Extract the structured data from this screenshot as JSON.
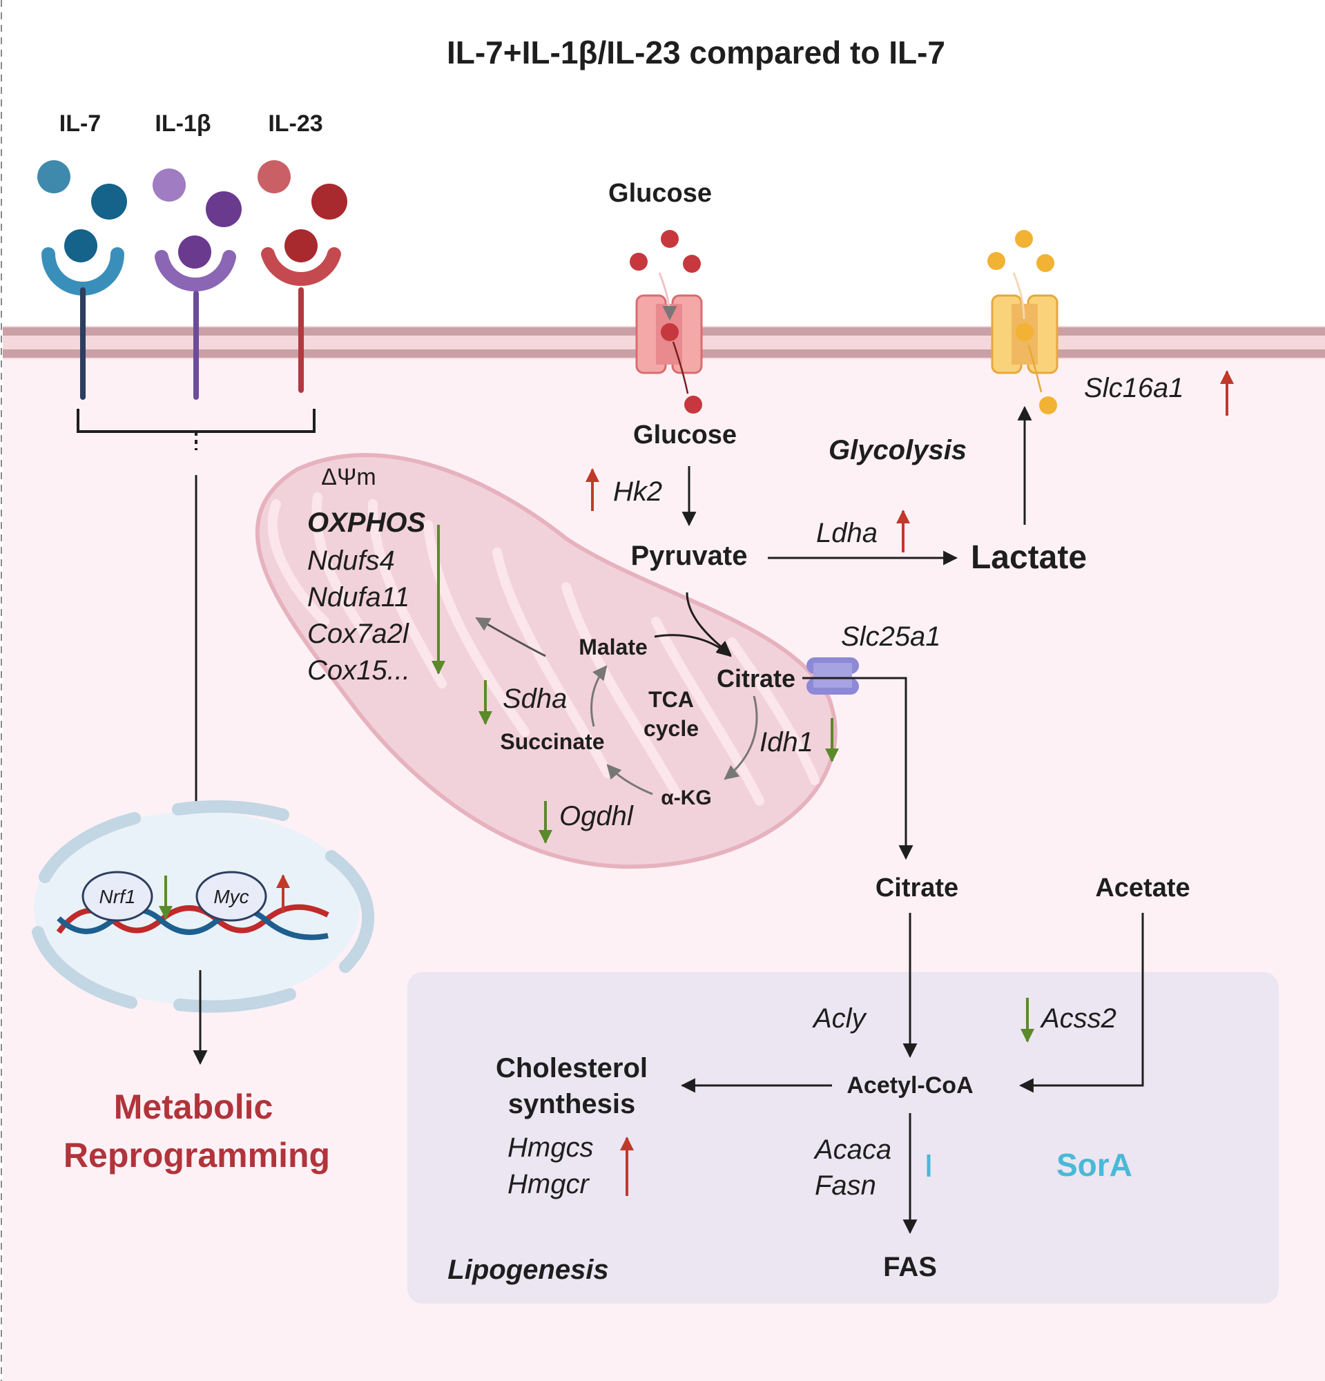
{
  "title": "IL-7+IL-1β/IL-23 compared to IL-7",
  "cytokines": {
    "il7": "IL-7",
    "il1b": "IL-1β",
    "il23": "IL-23"
  },
  "colors": {
    "il7": "#1d6f98",
    "il1b": "#7a4ea6",
    "il23": "#c0393f",
    "up": "#c0392b",
    "down": "#5a8a2a",
    "sora": "#4ab8d8",
    "metabolic": "#b0343a",
    "cytoplasm": "#fdf1f6",
    "lipogenesis_box": "#ebe6f1",
    "mito": "#f2d2da"
  },
  "glucose_top": "Glucose",
  "glucose_inside": "Glucose",
  "hk2": "Hk2",
  "glycolysis": "Glycolysis",
  "pyruvate": "Pyruvate",
  "ldha": "Ldha",
  "lactate": "Lactate",
  "slc16a1": "Slc16a1",
  "mito": {
    "dpsi": "ΔΨm",
    "oxphos": "OXPHOS",
    "genes": [
      "Ndufs4",
      "Ndufa11",
      "Cox7a2l",
      "Cox15..."
    ],
    "malate": "Malate",
    "citrate": "Citrate",
    "succinate": "Succinate",
    "tca1": "TCA",
    "tca2": "cycle",
    "akg": "α-KG",
    "sdha": "Sdha",
    "idh1": "Idh1",
    "ogdhl": "Ogdhl"
  },
  "slc25a1": "Slc25a1",
  "citrate_cyto": "Citrate",
  "acetate": "Acetate",
  "acly": "Acly",
  "acss2": "Acss2",
  "acetyl_coa": "Acetyl-CoA",
  "cholesterol1": "Cholesterol",
  "cholesterol2": "synthesis",
  "hmgcs": "Hmgcs",
  "hmgcr": "Hmgcr",
  "acaca": "Acaca",
  "fasn": "Fasn",
  "sora": "SorA",
  "fas": "FAS",
  "lipogenesis": "Lipogenesis",
  "nrf1": "Nrf1",
  "myc": "Myc",
  "metabolic1": "Metabolic",
  "metabolic2": "Reprogramming"
}
